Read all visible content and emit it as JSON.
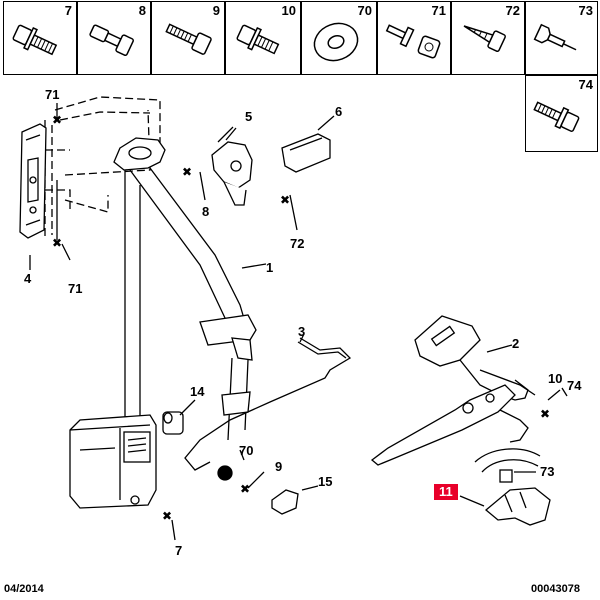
{
  "grid_parts": [
    {
      "number": "7",
      "icon": "flange-bolt-icon"
    },
    {
      "number": "8",
      "icon": "stepped-bolt-icon"
    },
    {
      "number": "9",
      "icon": "hex-bolt-icon"
    },
    {
      "number": "10",
      "icon": "flange-bolt-icon"
    },
    {
      "number": "70",
      "icon": "washer-icon"
    },
    {
      "number": "71",
      "icon": "nut-icon"
    },
    {
      "number": "72",
      "icon": "screw-icon"
    },
    {
      "number": "73",
      "icon": "rivet-icon"
    },
    {
      "number": "74",
      "icon": "washer-bolt-icon"
    }
  ],
  "callouts": {
    "c1": "1",
    "c2": "2",
    "c3": "3",
    "c4": "4",
    "c5": "5",
    "c6": "6",
    "c7": "7",
    "c8": "8",
    "c9": "9",
    "c10": "10",
    "c11": "11",
    "c14": "14",
    "c15": "15",
    "c70": "70",
    "c71a": "71",
    "c71b": "71",
    "c72": "72",
    "c73": "73",
    "c74": "74"
  },
  "footer": {
    "date": "04/2014",
    "ref": "00043078"
  },
  "colors": {
    "highlight": "#e8002a",
    "line": "#000000"
  }
}
